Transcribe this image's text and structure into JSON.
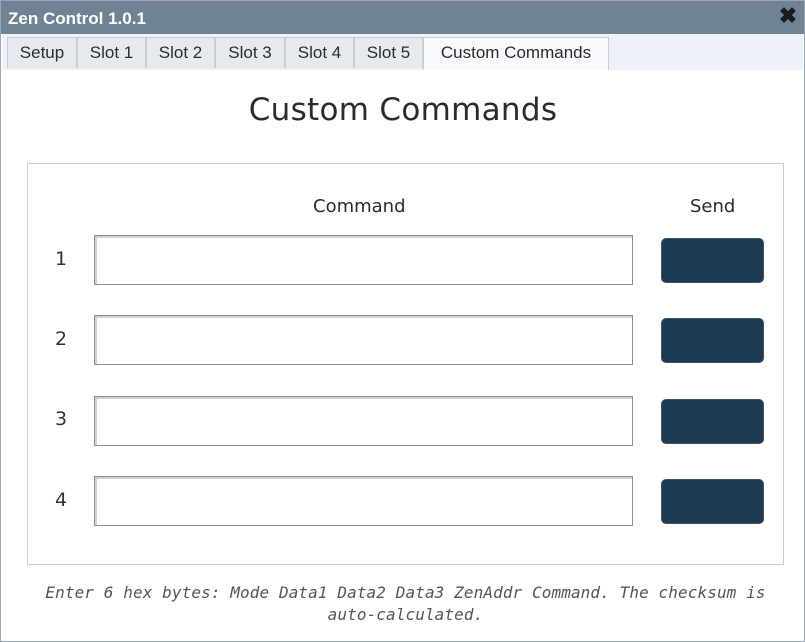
{
  "window": {
    "title": "Zen Control 1.0.1",
    "close_icon": "close-icon"
  },
  "tabs": [
    {
      "label": "Setup",
      "active": false
    },
    {
      "label": "Slot 1",
      "active": false
    },
    {
      "label": "Slot 2",
      "active": false
    },
    {
      "label": "Slot 3",
      "active": false
    },
    {
      "label": "Slot 4",
      "active": false
    },
    {
      "label": "Slot 5",
      "active": false
    },
    {
      "label": "Custom Commands",
      "active": true
    }
  ],
  "main": {
    "heading": "Custom Commands",
    "columns": {
      "command": "Command",
      "send": "Send"
    },
    "rows": [
      {
        "number": "1",
        "value": "",
        "button_label": ""
      },
      {
        "number": "2",
        "value": "",
        "button_label": ""
      },
      {
        "number": "3",
        "value": "",
        "button_label": ""
      },
      {
        "number": "4",
        "value": "",
        "button_label": ""
      }
    ],
    "hint": "Enter 6 hex bytes: Mode Data1 Data2 Data3 ZenAddr Command. The checksum is auto-calculated."
  },
  "colors": {
    "titlebar": "#6f8394",
    "send_button": "#1d3a53",
    "tab_active": "#f7f9fc",
    "tab_inactive": "#e6e9ed"
  }
}
